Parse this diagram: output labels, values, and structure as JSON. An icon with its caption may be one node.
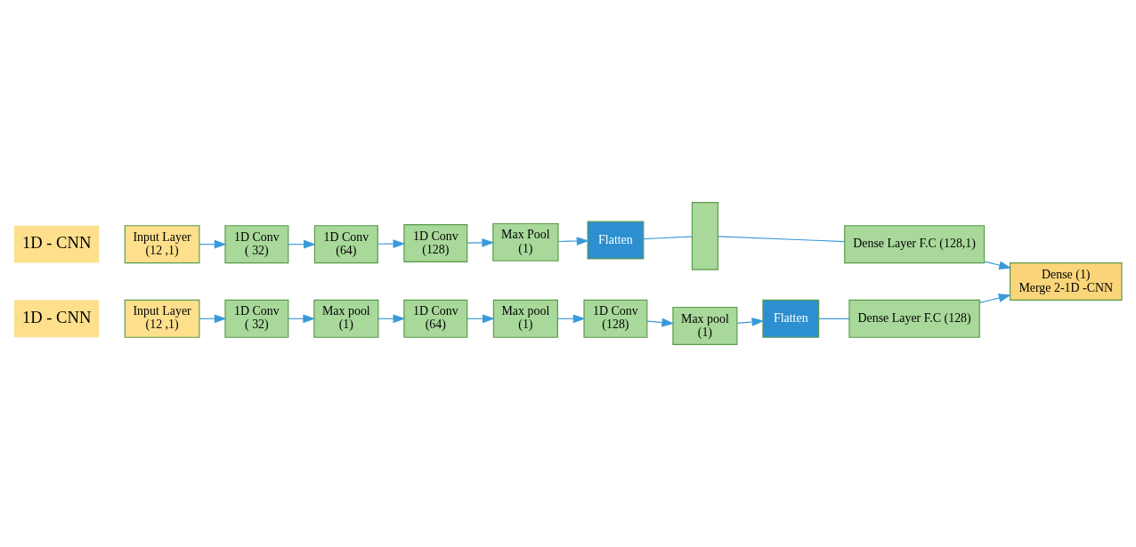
{
  "diagram": {
    "nodes": [
      {
        "text": [
          "Input Layer",
          "(12 ,1)"
        ]
      },
      {
        "text": [
          "1D Conv",
          "( 32)"
        ]
      },
      {
        "text": [
          "1D Conv",
          "(64)"
        ]
      },
      {
        "text": [
          "1D Conv",
          "(128)"
        ]
      },
      {
        "text": [
          "Max Pool",
          "(1)"
        ]
      },
      {
        "text": [
          "Flatten"
        ]
      },
      {
        "text": [],
        "shape": "bar"
      },
      {
        "text": [
          "Dense Layer F.C (128,1)"
        ]
      },
      {
        "text": [
          "Dense (1)",
          "Merge 2-1D -CNN"
        ]
      },
      {
        "text": [
          "Input Layer",
          "(12 ,1)"
        ]
      },
      {
        "text": [
          "1D Conv",
          "( 32)"
        ]
      },
      {
        "text": [
          "Max pool",
          "(1)"
        ]
      },
      {
        "text": [
          "1D Conv",
          "(64)"
        ]
      },
      {
        "text": [
          "Max pool",
          "(1)"
        ]
      },
      {
        "text": [
          "1D Conv",
          "(128)"
        ]
      },
      {
        "text": [
          "Max pool",
          "(1)"
        ]
      },
      {
        "text": [
          "Flatten"
        ]
      },
      {
        "text": [
          "Dense Layer F.C (128)"
        ]
      }
    ],
    "edges": [
      {
        "from": 0,
        "to": 1,
        "arrow": "to"
      },
      {
        "from": 1,
        "to": 2,
        "arrow": "to"
      },
      {
        "from": 2,
        "to": 3,
        "arrow": "to"
      },
      {
        "from": 3,
        "to": 4,
        "arrow": "to"
      },
      {
        "from": 4,
        "to": 5,
        "arrow": "to"
      },
      {
        "from": 5,
        "to": 6,
        "arrow": "none"
      },
      {
        "from": 6,
        "to": 7,
        "arrow": "none"
      },
      {
        "from": 7,
        "to": 8,
        "arrow": "to"
      },
      {
        "from": 9,
        "to": 10,
        "arrow": "to"
      },
      {
        "from": 10,
        "to": 11,
        "arrow": "to"
      },
      {
        "from": 11,
        "to": 12,
        "arrow": "to"
      },
      {
        "from": 12,
        "to": 13,
        "arrow": "to"
      },
      {
        "from": 13,
        "to": 14,
        "arrow": "to"
      },
      {
        "from": 14,
        "to": 15,
        "arrow": "to"
      },
      {
        "from": 15,
        "to": 16,
        "arrow": "to"
      },
      {
        "from": 16,
        "to": 17,
        "arrow": "none"
      },
      {
        "from": 17,
        "to": 8,
        "arrow": "to"
      }
    ],
    "labels": [
      "1D - CNN",
      "1D - CNN"
    ]
  }
}
